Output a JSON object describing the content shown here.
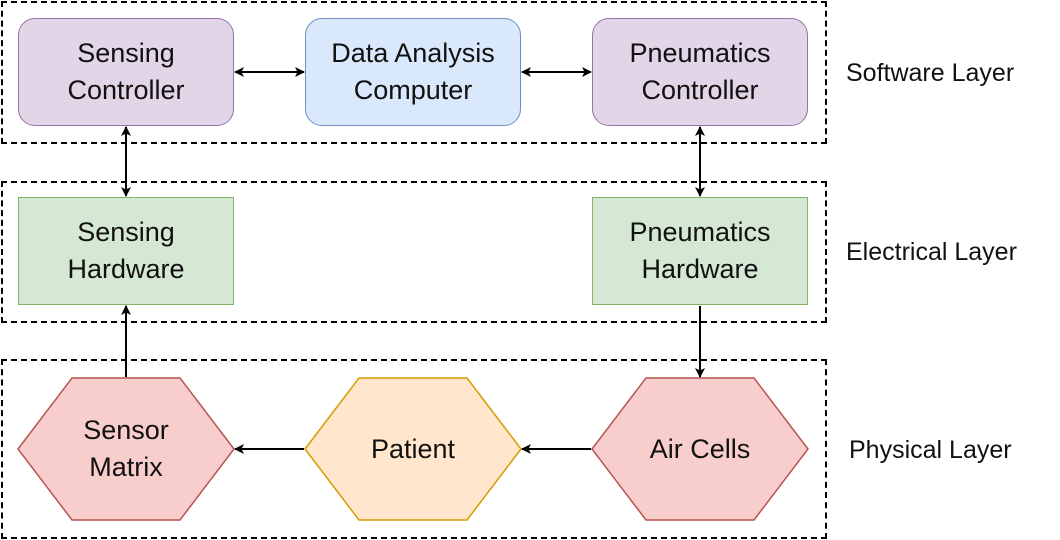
{
  "layers": {
    "software": "Software Layer",
    "electrical": "Electrical Layer",
    "physical": "Physical Layer"
  },
  "nodes": {
    "sensing_controller": "Sensing\nController",
    "data_analysis_computer": "Data Analysis\nComputer",
    "pneumatics_controller": "Pneumatics\nController",
    "sensing_hardware": "Sensing\nHardware",
    "pneumatics_hardware": "Pneumatics\nHardware",
    "sensor_matrix": "Sensor\nMatrix",
    "patient": "Patient",
    "air_cells": "Air Cells"
  },
  "colors": {
    "controller_fill": "#e1d5e7",
    "controller_stroke": "#9673a6",
    "computer_fill": "#dae8fc",
    "computer_stroke": "#6c8ebf",
    "hardware_fill": "#d5e8d4",
    "hardware_stroke": "#82b366",
    "physical_fill": "#f8cecc",
    "physical_stroke": "#b85450",
    "patient_fill": "#ffe6cc",
    "patient_stroke": "#d79b00"
  }
}
